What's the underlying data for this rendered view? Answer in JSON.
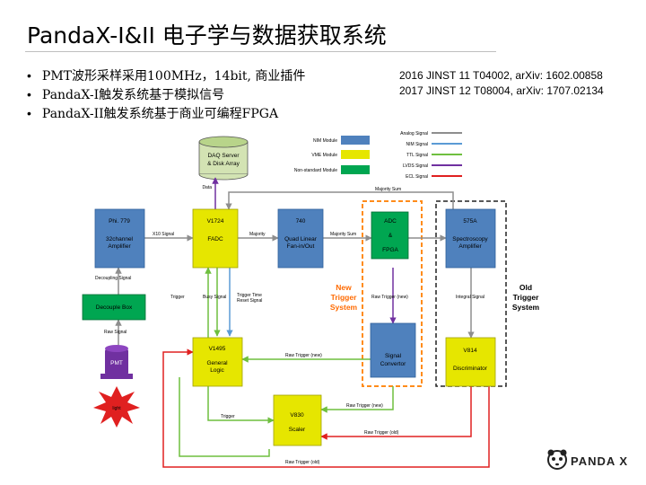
{
  "slide": {
    "title": "PandaX-I&II 电子学与数据获取系统",
    "bullets": [
      "PMT波形采样采用100MHz，14bit, 商业插件",
      "PandaX-I触发系统基于模拟信号",
      "PandaX-II触发系统基于商业可编程FPGA"
    ],
    "refs": [
      "2016 JINST 11 T04002, arXiv: 1602.00858",
      "2017 JINST 12 T08004, arXiv: 1707.02134"
    ]
  },
  "legend_modules": [
    "NIM Module",
    "VME Module",
    "Non-standard Module"
  ],
  "legend_signals": [
    "Analog Signal",
    "NIM Signal",
    "TTL Signal",
    "LVDS Signal",
    "ECL Signal"
  ],
  "colors": {
    "nim": "#4f81bd",
    "vme": "#e6e600",
    "nonstd": "#00a651",
    "analog": "#8e8e8e",
    "nim_sig": "#5b9bd5",
    "ttl": "#6fbf3f",
    "lvds": "#7030a0",
    "ecl": "#e02020",
    "newtrig": "#ff6a00",
    "pmt": "#7030a0"
  },
  "daq": {
    "line1": "DAQ Server",
    "line2": "& Disk Array"
  },
  "modules": {
    "ph779": {
      "title": "Phi. 779",
      "line1": "32channel",
      "line2": "Amplifier"
    },
    "v1724": {
      "title": "V1724",
      "line1": "FADC"
    },
    "m740": {
      "title": "740",
      "line1": "Quad Linear",
      "line2": "Fan-in/Out"
    },
    "adc": {
      "line1": "ADC",
      "line2": "&",
      "line3": "FPGA"
    },
    "m575a": {
      "title": "575A",
      "line1": "Spectroscopy",
      "line2": "Amplifier"
    },
    "decouple": {
      "label": "Decouple Box"
    },
    "pmt": {
      "label": "PMT"
    },
    "light": {
      "label": "light"
    },
    "v1495": {
      "title": "V1495",
      "line1": "General",
      "line2": "Logic"
    },
    "sigconv": {
      "line1": "Signal",
      "line2": "Convertor"
    },
    "v814": {
      "title": "V814",
      "line1": "Discriminator"
    },
    "v830": {
      "title": "V830",
      "line1": "Scaler"
    }
  },
  "labels": {
    "data": "Data",
    "majority_sum_top": "Majority Sum",
    "x10_signal": "X10 Signal",
    "majority": "Majority",
    "majority_sum": "Majority Sum",
    "decoupling_signal": "Decoupling Signal",
    "trigger_1": "Trigger",
    "busy_signal": "Busy Signal",
    "trigger_time": "Trigger Time",
    "reset_signal": "Reset Signal",
    "raw_trigger_new_1": "Raw Trigger (new)",
    "integral_signal": "Integral Signal",
    "raw_signal": "Raw Signal",
    "raw_trigger_new_2": "Raw Trigger (new)",
    "raw_trigger_new_3": "Raw Trigger (new)",
    "trigger_2": "Trigger",
    "raw_trigger_old_1": "Raw Trigger (old)",
    "raw_trigger_old_2": "Raw Trigger (old)"
  },
  "new_trigger": {
    "l1": "New",
    "l2": "Trigger",
    "l3": "System"
  },
  "old_trigger": {
    "l1": "Old",
    "l2": "Trigger",
    "l3": "System"
  },
  "logo": {
    "text": "PANDA X"
  }
}
